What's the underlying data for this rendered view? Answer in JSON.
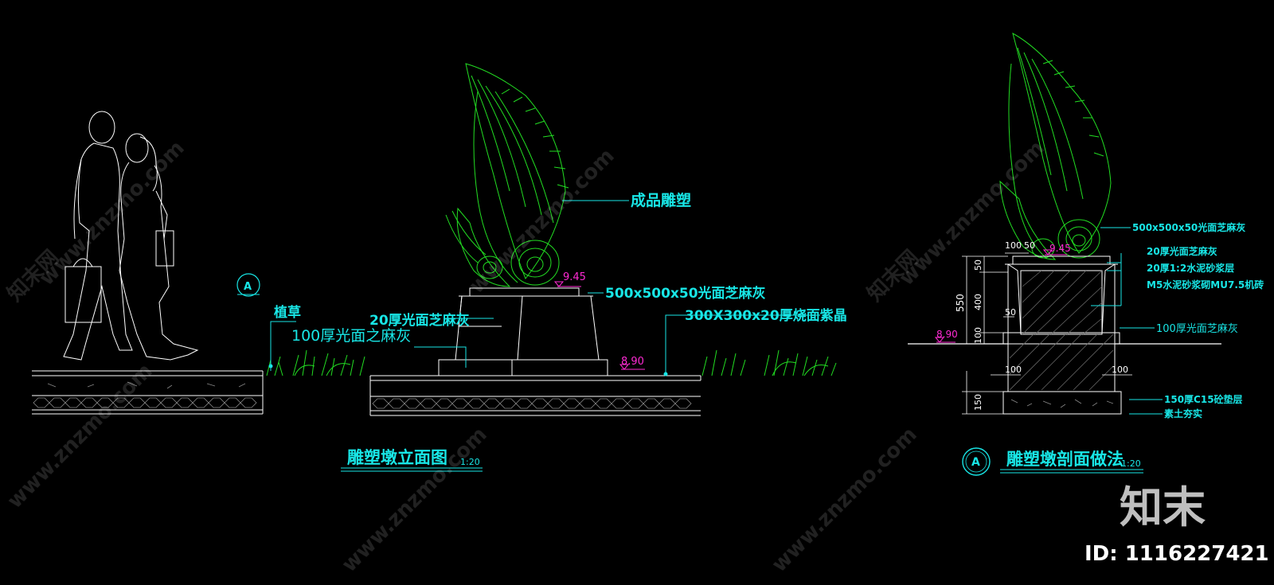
{
  "elevation": {
    "title": "雕塑墩立面图",
    "scale": "1:20",
    "labels": {
      "sculpture": "成品雕塑",
      "cap": "500x500x50光面芝麻灰",
      "side": "20厚光面芝麻灰",
      "paving": "300X300x20厚烧面紫晶",
      "grass": "植草",
      "curb": "100厚光面之麻灰"
    },
    "levels": {
      "top": "9.45",
      "ground": "8.90"
    },
    "section_mark": "A"
  },
  "section": {
    "title": "雕塑墩剖面做法",
    "scale": "1:20",
    "mark": "A",
    "labels": {
      "cap": "500x500x50光面芝麻灰",
      "stone": "20厚光面芝麻灰",
      "mortar": "20厚1:2水泥砂浆层",
      "brick": "M5水泥砂浆砌MU7.5机砖",
      "curb": "100厚光面芝麻灰",
      "bedding": "150厚C15砼垫层",
      "soil": "素土夯实"
    },
    "levels": {
      "top": "9.45",
      "ground": "8.90"
    },
    "dims": {
      "top_a": "100",
      "top_b": "50",
      "total": "550",
      "d50": "50",
      "d400": "400",
      "d100": "100",
      "d50b": "50",
      "left100": "100",
      "right100": "100",
      "d150": "150"
    }
  },
  "watermark": {
    "brand": "知末",
    "id": "ID: 1116227421",
    "site": "www.znzmo.com",
    "site_cn": "知末网"
  }
}
